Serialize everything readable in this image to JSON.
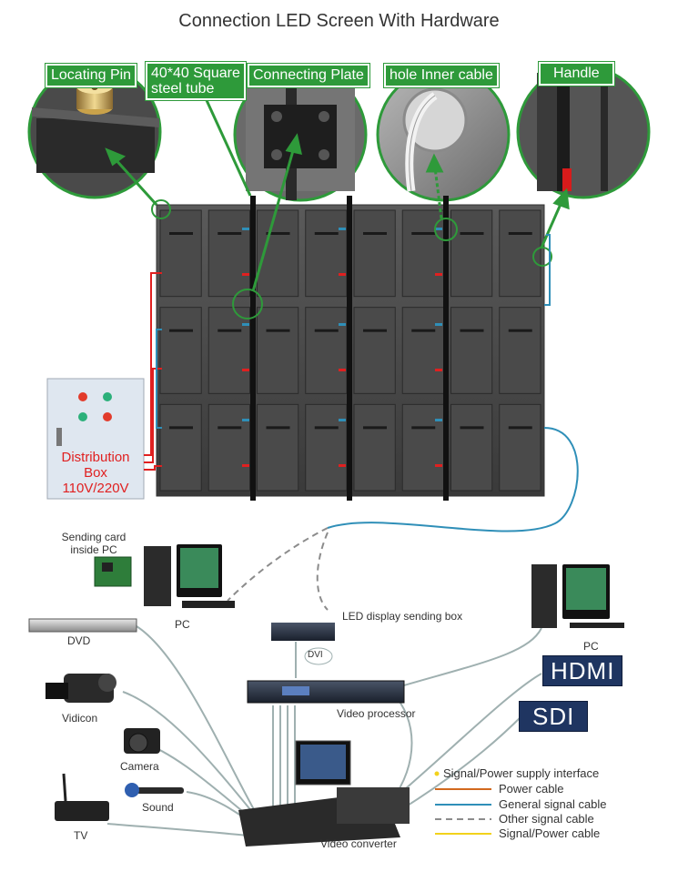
{
  "title": "Connection LED Screen With Hardware",
  "callouts": [
    {
      "key": "locating_pin",
      "text": "Locating Pin"
    },
    {
      "key": "steel_tube_1",
      "text": "40*40 Square"
    },
    {
      "key": "steel_tube_2",
      "text": "steel tube"
    },
    {
      "key": "connecting_plate",
      "text": "Connecting Plate"
    },
    {
      "key": "hole_inner_cable",
      "text": "hole Inner cable"
    },
    {
      "key": "handle",
      "text": "Handle"
    }
  ],
  "distribution_box": {
    "line1": "Distribution",
    "line2": "Box",
    "line3": "110V/220V"
  },
  "devices": {
    "sending_card_1": "Sending card",
    "sending_card_2": "inside PC",
    "pc_left": "PC",
    "pc_right": "PC",
    "led_sending_box": "LED display sending box",
    "dvi": "DVI",
    "video_processor": "Video processor",
    "dvd": "DVD",
    "vidicon": "Vidicon",
    "camera": "Camera",
    "sound": "Sound",
    "tv": "TV",
    "video_converter": "Video converter",
    "hdmi": "HDMI",
    "sdi": "SDI"
  },
  "legend": [
    {
      "text": "Signal/Power supply interface",
      "color": "#f2d21b",
      "style": "dot"
    },
    {
      "text": "Power cable",
      "color": "#d2691e",
      "style": "solid"
    },
    {
      "text": "General signal cable",
      "color": "#2f8fb8",
      "style": "solid"
    },
    {
      "text": "Other signal cable",
      "color": "#8c8c8c",
      "style": "dashed"
    },
    {
      "text": "Signal/Power cable",
      "color": "#f2d21b",
      "style": "solid"
    }
  ],
  "colors": {
    "accent_green": "#2e9a3a",
    "badge_navy": "#1f3561",
    "power_red": "#e02020",
    "signal_blue": "#2f8fb8",
    "cable_gray": "#9a9a9a"
  }
}
